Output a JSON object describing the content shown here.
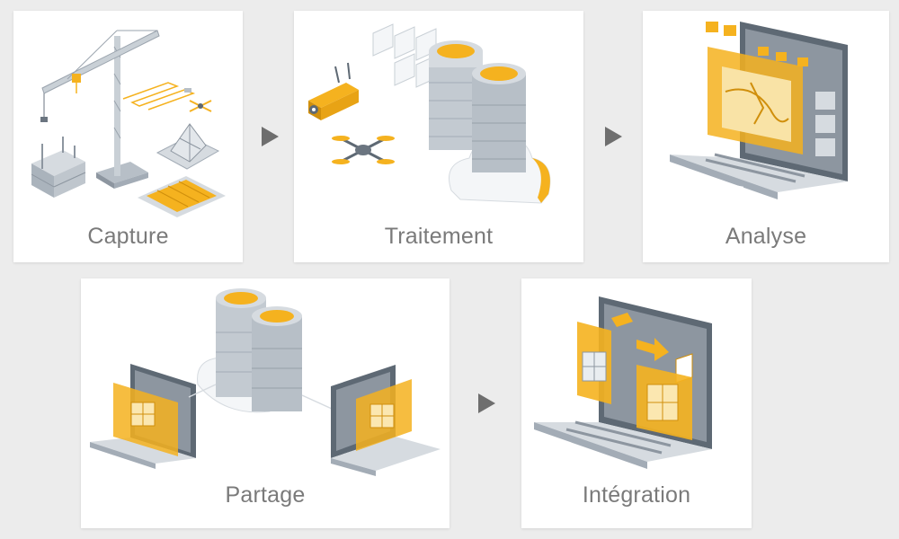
{
  "stages": [
    {
      "label": "Capture"
    },
    {
      "label": "Traitement"
    },
    {
      "label": "Analyse"
    },
    {
      "label": "Partage"
    },
    {
      "label": "Intégration"
    }
  ],
  "icons": {
    "stage1": [
      "crane-icon",
      "building-frame-icon",
      "drone-flight-path-icon",
      "terrain-model-icon",
      "floor-plan-icon"
    ],
    "stage2": [
      "camera-drone-icon",
      "quadcopter-icon",
      "image-stack-icon",
      "server-stack-icon",
      "cloud-icon"
    ],
    "stage3": [
      "laptop-icon",
      "analysis-overlay-icon"
    ],
    "stage4": [
      "laptop-icon",
      "server-stack-icon",
      "cloud-icon",
      "laptop-icon"
    ],
    "stage5": [
      "laptop-icon",
      "cad-file-icon",
      "transfer-arrow-icon",
      "bim-model-icon"
    ]
  },
  "colors": {
    "background": "#ececec",
    "card": "#ffffff",
    "label": "#7a7a7a",
    "accent": "#f5b21f",
    "steel": "#a3acb6",
    "dark_steel": "#5e6974",
    "arrow": "#6e6e6e"
  }
}
